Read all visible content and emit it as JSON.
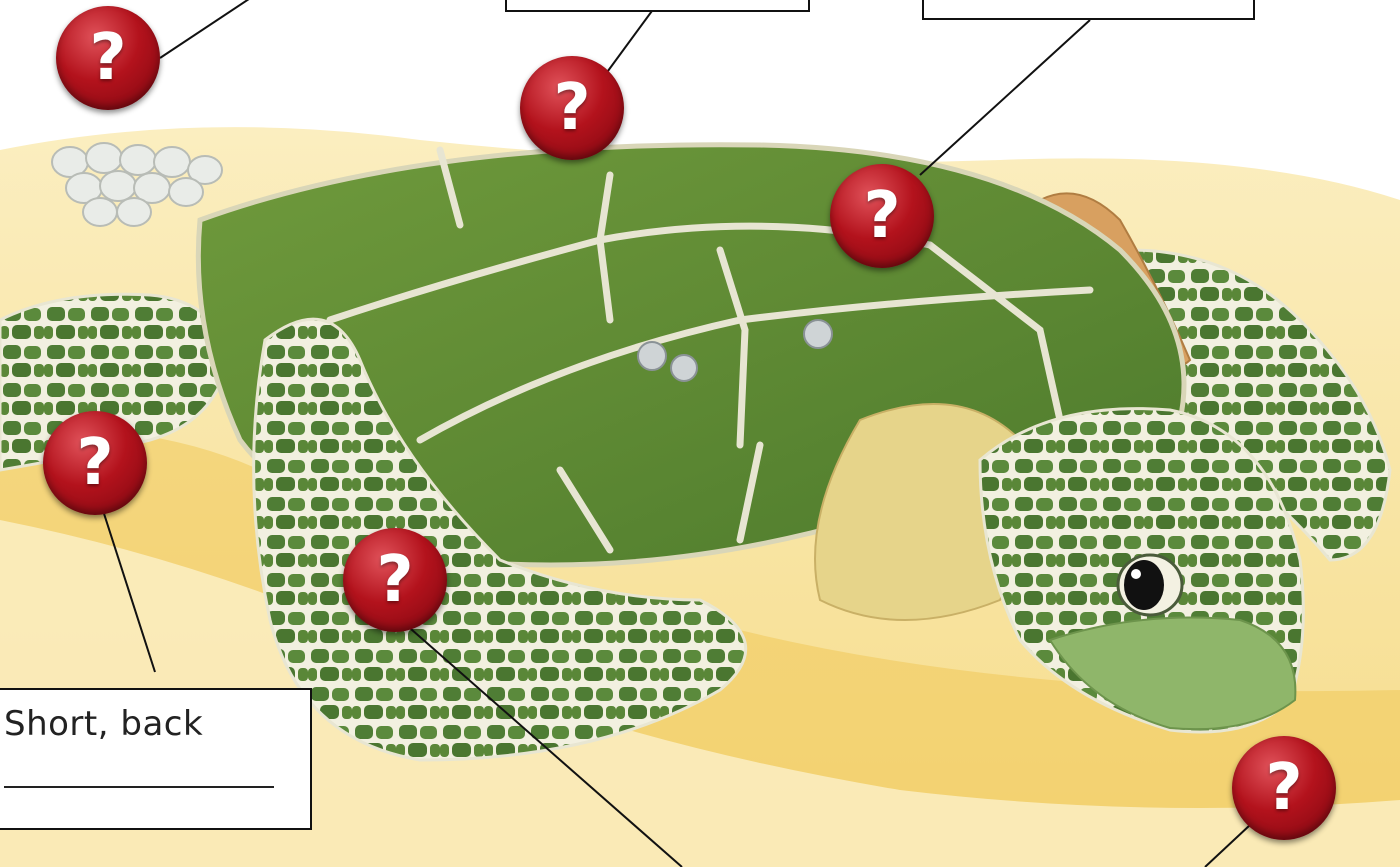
{
  "diagram": {
    "hotspot_symbol": "?",
    "hotspot_color": "#b3121c",
    "labels": [
      {
        "id": "flipper-label",
        "text": "Short, back",
        "blank": true
      },
      {
        "id": "top-middle-label",
        "text": "",
        "blank": false
      },
      {
        "id": "top-right-label",
        "text": "",
        "blank": false
      }
    ],
    "hotspots": [
      {
        "name": "hotspot-top-left"
      },
      {
        "name": "hotspot-shell-top"
      },
      {
        "name": "hotspot-shell-right"
      },
      {
        "name": "hotspot-back-flipper"
      },
      {
        "name": "hotspot-front-flipper"
      },
      {
        "name": "hotspot-bottom-right"
      }
    ]
  }
}
